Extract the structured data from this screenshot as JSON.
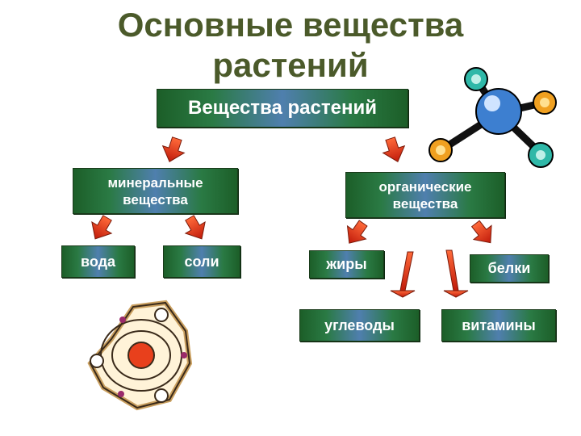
{
  "title_line1": "Основные вещества",
  "title_line2": "растений",
  "root": "Вещества растений",
  "mineral": {
    "label_line1": "минеральные",
    "label_line2": "вещества"
  },
  "organic": {
    "label_line1": "органические",
    "label_line2": "вещества"
  },
  "leaves": {
    "water": "вода",
    "salts": "соли",
    "fats": "жиры",
    "proteins": "белки",
    "carbs": "углеводы",
    "vitamins": "витамины"
  },
  "colors": {
    "title": "#4b5a2a",
    "box_green": "#1c5e28",
    "box_blue": "#4f7fae",
    "arrow_red": "#e0341c"
  }
}
